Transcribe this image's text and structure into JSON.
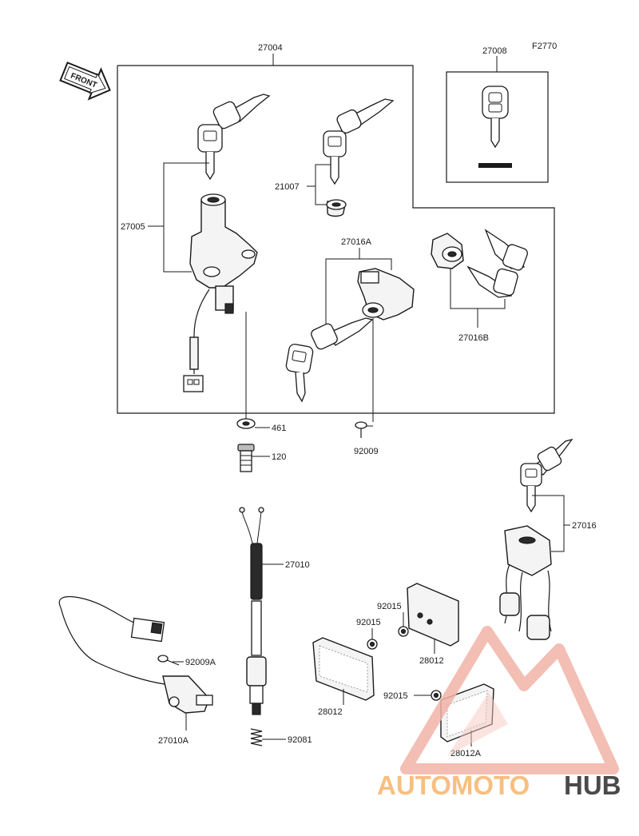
{
  "figure_code": "F2770",
  "front_label": "FRONT",
  "callouts": {
    "c27004": "27004",
    "c27008": "27008",
    "c21007": "21007",
    "c27005": "27005",
    "c27016A": "27016A",
    "c27016B": "27016B",
    "c461": "461",
    "c120": "120",
    "c92009": "92009",
    "c27016": "27016",
    "c27010": "27010",
    "c92015a": "92015",
    "c92015b": "92015",
    "c92015c": "92015",
    "c28012a": "28012",
    "c28012b": "28012",
    "c92009A": "92009A",
    "c27010A": "27010A",
    "c92081": "92081",
    "c28012A": "28012A"
  },
  "watermark": {
    "part1": "AUTOMOTO",
    "part2": "HUB",
    "color_light": "#f2b3a8",
    "color_orange": "#f6b46a",
    "color_dark": "#2b2b2b"
  }
}
